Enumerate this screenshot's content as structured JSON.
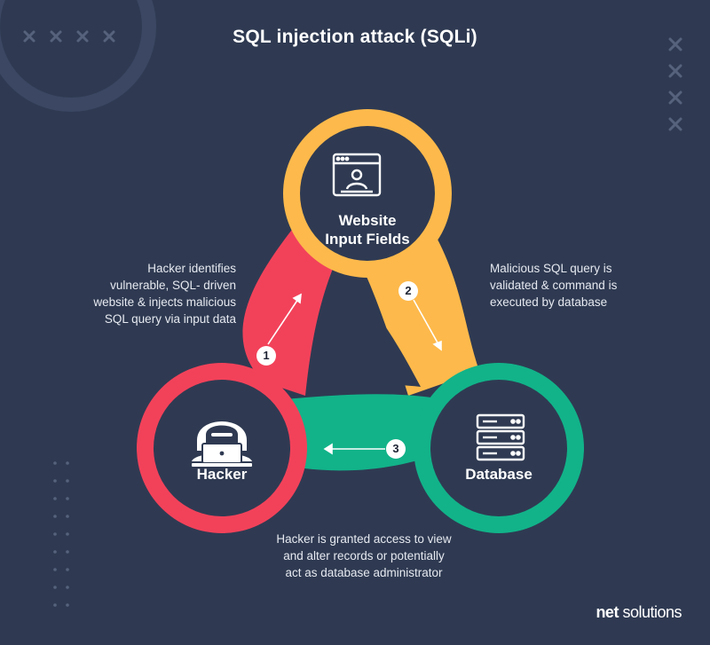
{
  "title": "SQL injection attack (SQLi)",
  "nodes": {
    "website": {
      "line1": "Website",
      "line2": "Input Fields",
      "icon": "browser-user-icon"
    },
    "hacker": {
      "label": "Hacker",
      "icon": "hooded-hacker-laptop-icon"
    },
    "database": {
      "label": "Database",
      "icon": "server-stack-icon"
    }
  },
  "steps": [
    {
      "number": "1",
      "lines": [
        "Hacker identifies",
        "vulnerable, SQL- driven",
        "website & injects malicious",
        "SQL query via input data"
      ]
    },
    {
      "number": "2",
      "lines": [
        "Malicious SQL query is",
        "validated & command is",
        "executed by database"
      ]
    },
    {
      "number": "3",
      "lines": [
        "Hacker is granted access to view",
        "and alter records or potentially",
        "act as database administrator"
      ]
    }
  ],
  "brand": {
    "part1": "net ",
    "part2": "solutions"
  },
  "colors": {
    "background": "#2f3a52",
    "red": "#f2425a",
    "yellow": "#fdb94b",
    "green": "#12b389",
    "inner": "#2f3a52"
  }
}
